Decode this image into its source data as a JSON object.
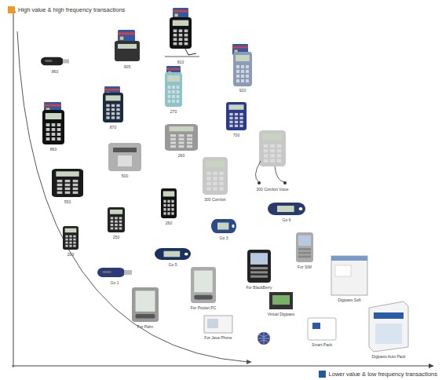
{
  "diagram": {
    "labels": [
      "860",
      "905",
      "810",
      "920",
      "270",
      "870",
      "860",
      "700",
      "500",
      "260",
      "300 Comfort Voice",
      "300 Comfort",
      "550",
      "260",
      "250",
      "200",
      "Go 6",
      "Go 3",
      "Go 5",
      "Go 1",
      "For SIM",
      "For BlackBerry",
      "Digipass Soft",
      "For Palm",
      "For Pocket PC",
      "Virtual Digipass",
      "For Java Phone",
      "Smart Pack",
      "Digipass Auto Pack"
    ],
    "legend": [
      {
        "text": "High value & high frequency transactions",
        "color": "#f39a1e"
      },
      {
        "text": "Lower value & low frequency transactions",
        "color": "#1f5c99"
      }
    ]
  }
}
